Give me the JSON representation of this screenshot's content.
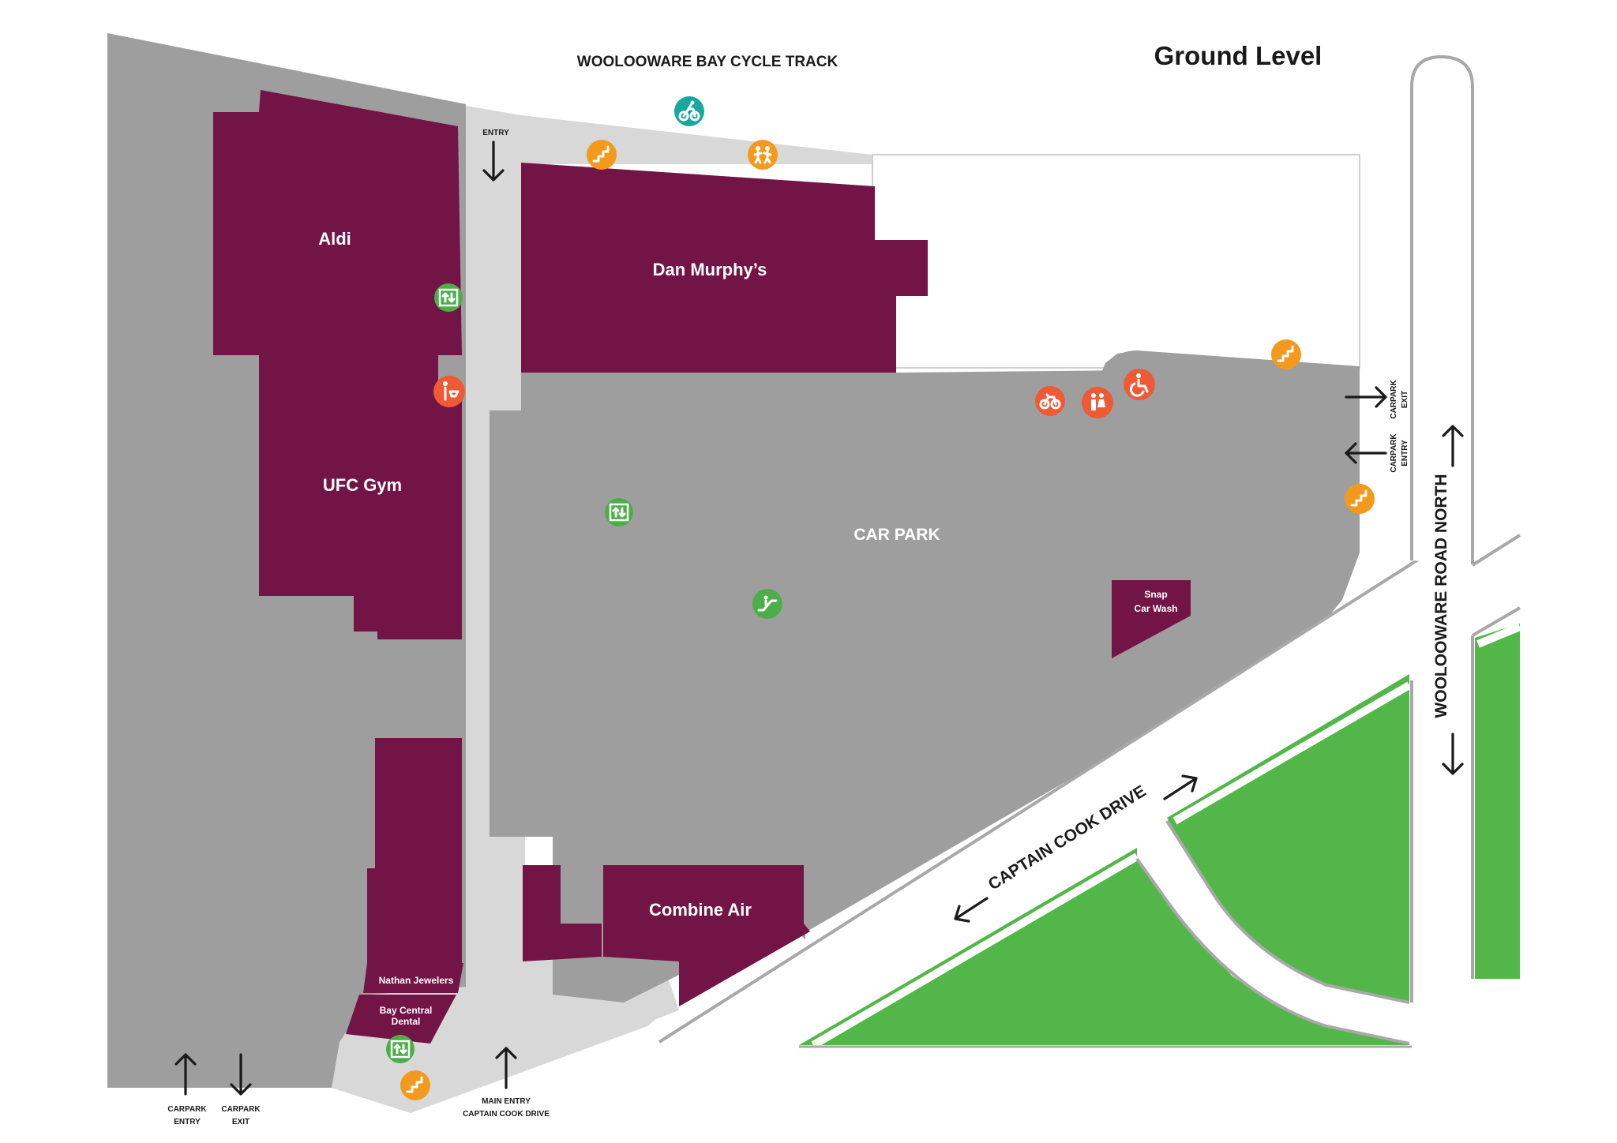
{
  "map": {
    "title": "Ground Level",
    "cycle_track": "WOOLOOWARE BAY CYCLE TRACK",
    "car_park": "CAR PARK",
    "roads": {
      "captain_cook": "CAPTAIN COOK DRIVE",
      "wooloware_north": "WOOLOOWARE ROAD NORTH"
    },
    "stores": {
      "aldi": "Aldi",
      "dan_murphys": "Dan Murphy’s",
      "ufc_gym": "UFC Gym",
      "combine_air": "Combine Air",
      "nathan_jewelers": "Nathan Jewelers",
      "bay_central_dental_1": "Bay Central",
      "bay_central_dental_2": "Dental",
      "snap_car_wash_1": "Snap",
      "snap_car_wash_2": "Car Wash"
    },
    "labels": {
      "entry_top": "ENTRY",
      "carpark_entry_bl_1": "CARPARK",
      "carpark_entry_bl_2": "ENTRY",
      "carpark_exit_bl_1": "CARPARK",
      "carpark_exit_bl_2": "EXIT",
      "main_entry_1": "MAIN ENTRY",
      "main_entry_2": "CAPTAIN COOK DRIVE",
      "carpark_exit_right_1": "CARPARK",
      "carpark_exit_right_2": "EXIT",
      "carpark_entry_right_1": "CARPARK",
      "carpark_entry_right_2": "ENTRY"
    },
    "colors": {
      "store": "#731447",
      "carpark": "#9e9e9e",
      "walkway": "#d8d8d8",
      "grass": "#52b748",
      "stairs_icon": "#f39a1e",
      "lift_icon": "#4cae48",
      "amenity_icon": "#ee5a35",
      "cycle_icon": "#1aa79d"
    },
    "icons": [
      "stairs-icon",
      "lift-icon",
      "escalator-icon",
      "parents-room-icon",
      "bicycle-icon",
      "toilets-icon",
      "accessible-icon",
      "kids-play-icon",
      "cycle-track-icon"
    ]
  }
}
